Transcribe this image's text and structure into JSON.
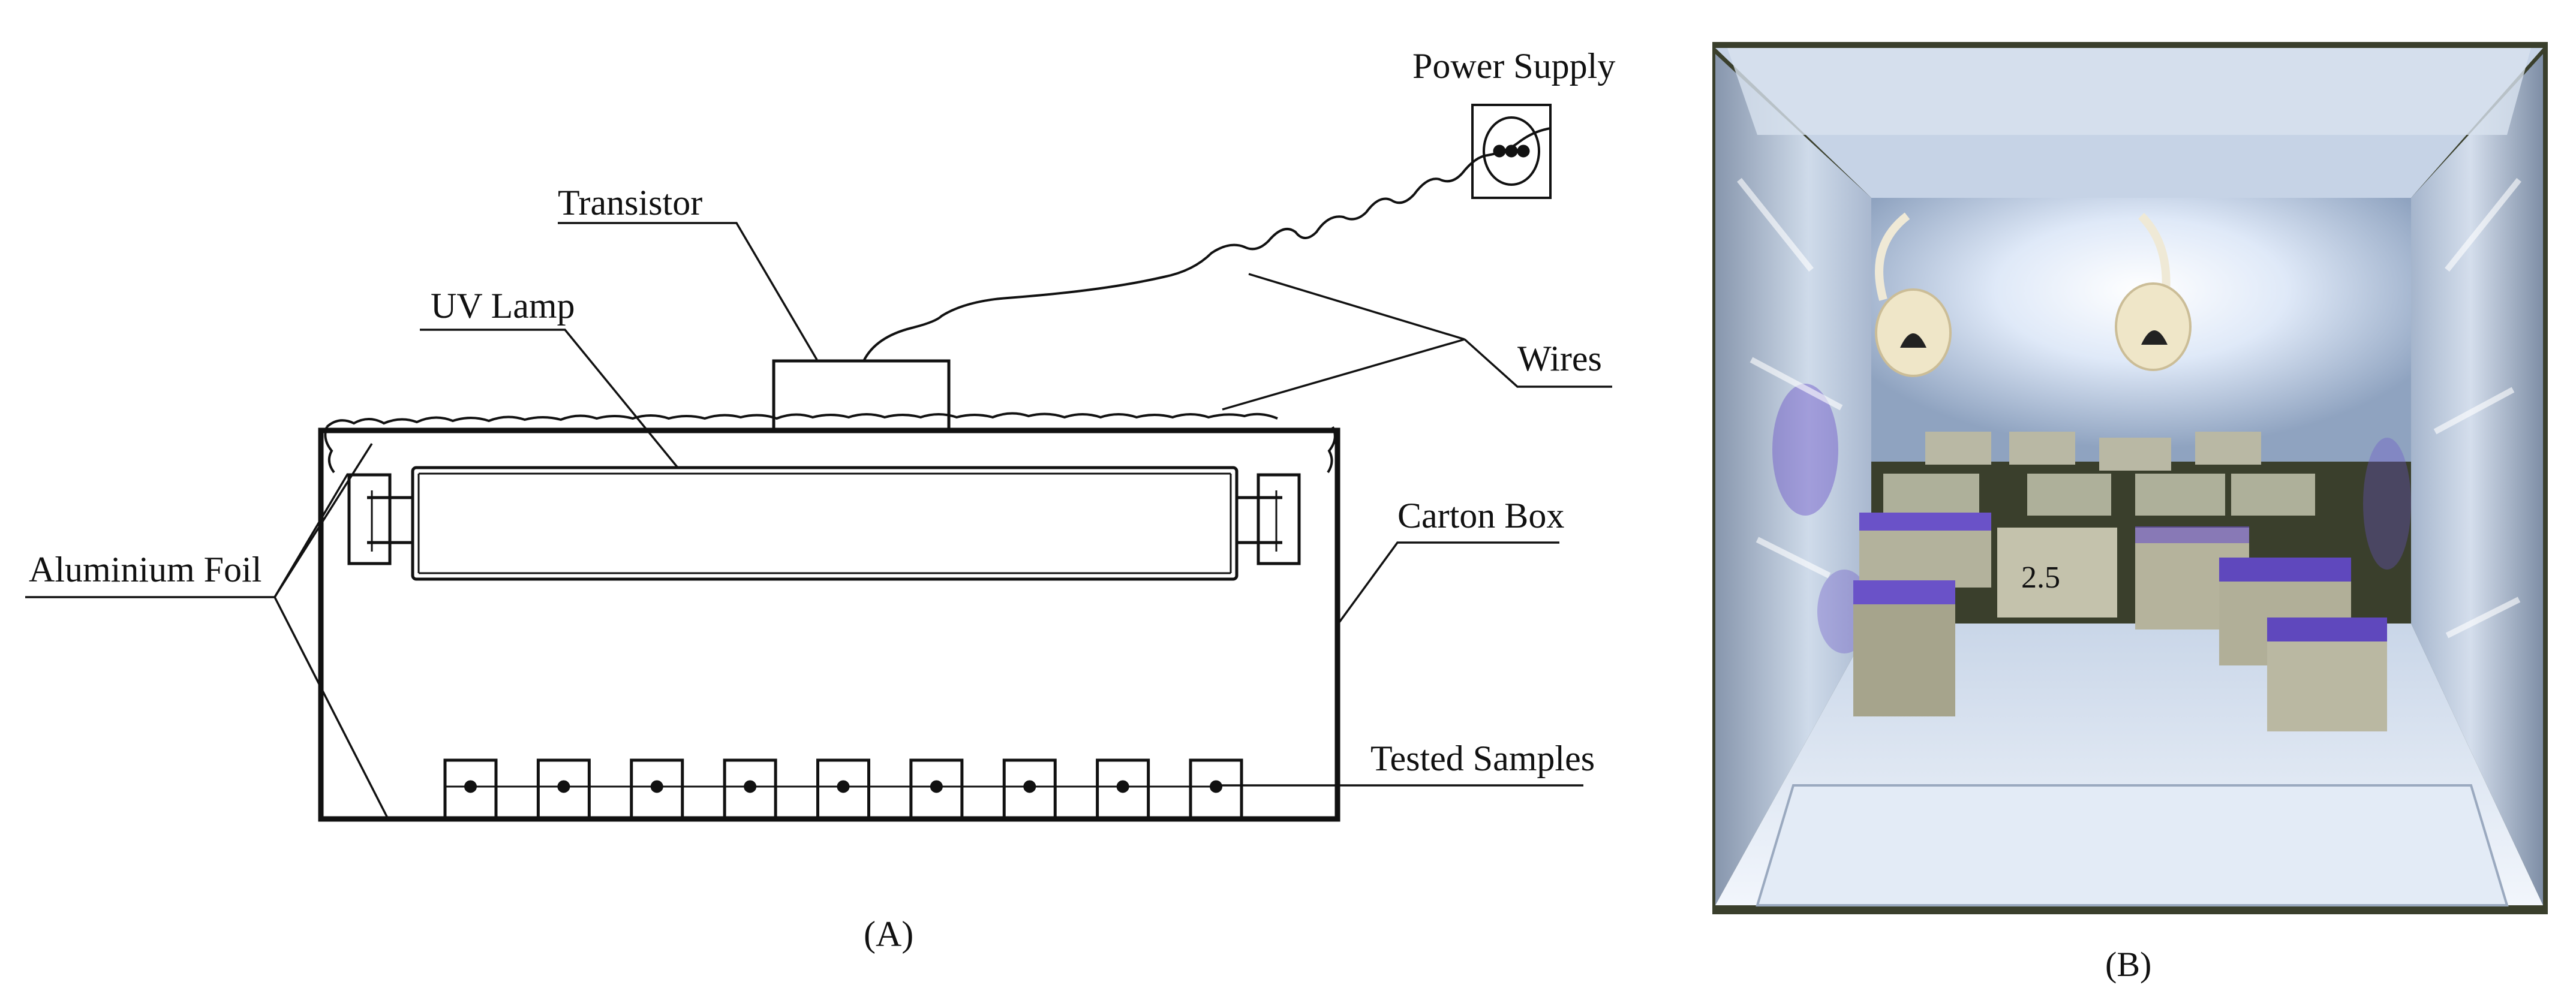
{
  "panel_a": {
    "labels": {
      "power_supply": "Power Supply",
      "transistor": "Transistor",
      "uv_lamp": "UV Lamp",
      "wires": "Wires",
      "carton_box": "Carton Box",
      "aluminium_foil": "Aluminium Foil",
      "tested_samples": "Tested Samples"
    },
    "sample_count": 9,
    "caption": "(A)"
  },
  "panel_b": {
    "sample_marking": "2.5",
    "caption": "(B)"
  },
  "colors": {
    "line": "#111111",
    "foil_light": "#e9f1fb",
    "foil_mid": "#b9c8dc",
    "foil_dark": "#6f7f96",
    "lamp_glow": "#f4f8ff",
    "sample_concrete": "#b9b8a4",
    "sample_purple": "#6a52c8",
    "background_outside": "#3a3f2c"
  }
}
